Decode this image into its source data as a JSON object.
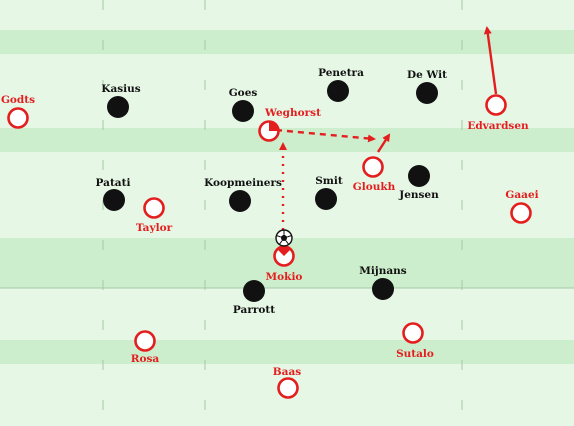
{
  "colors": {
    "stripe_light": "#e6f7e6",
    "stripe_dark": "#cdeecd",
    "line": "#a7c8a7",
    "team_red": "#e41e1e",
    "team_black": "#111111"
  },
  "players": {
    "red": [
      {
        "name": "Godts"
      },
      {
        "name": "Weghorst"
      },
      {
        "name": "Edvardsen"
      },
      {
        "name": "Gloukh"
      },
      {
        "name": "Taylor"
      },
      {
        "name": "Gaaei"
      },
      {
        "name": "Mokio"
      },
      {
        "name": "Rosa"
      },
      {
        "name": "Sutalo"
      },
      {
        "name": "Baas"
      }
    ],
    "black": [
      {
        "name": "Kasius"
      },
      {
        "name": "Goes"
      },
      {
        "name": "Penetra"
      },
      {
        "name": "De Wit"
      },
      {
        "name": "Patati"
      },
      {
        "name": "Koopmeiners"
      },
      {
        "name": "Smit"
      },
      {
        "name": "Jensen"
      },
      {
        "name": "Mijnans"
      },
      {
        "name": "Parrott"
      }
    ]
  },
  "icons": {
    "ball": "football-icon"
  }
}
